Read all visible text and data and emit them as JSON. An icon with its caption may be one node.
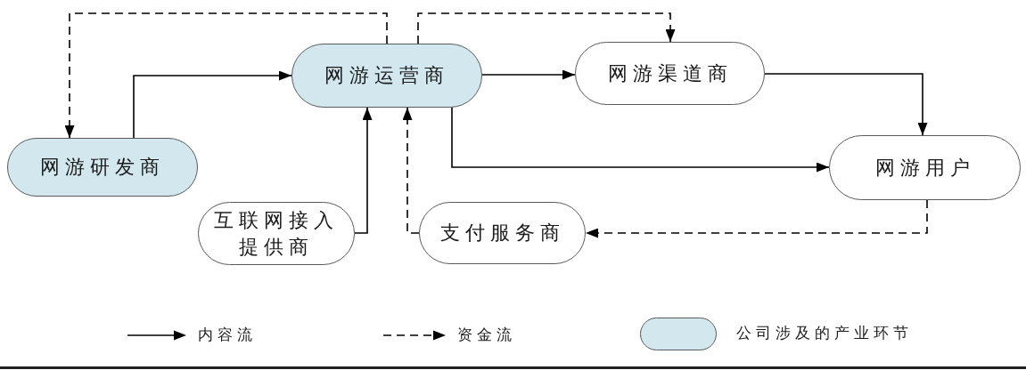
{
  "diagram": {
    "nodes": [
      {
        "text": [
          "网游研发商"
        ]
      },
      {
        "text": [
          "网游运营商"
        ]
      },
      {
        "text": [
          "网游渠道商"
        ]
      },
      {
        "text": [
          "网游用户"
        ]
      },
      {
        "text": [
          "互联网接入提供商"
        ]
      },
      {
        "text": [
          "支付服务商"
        ]
      }
    ],
    "edges": [
      {
        "from": 0,
        "to": 1,
        "arrow": "to"
      },
      {
        "from": 1,
        "to": 2,
        "arrow": "to"
      },
      {
        "from": 2,
        "to": 3,
        "arrow": "to"
      },
      {
        "from": 1,
        "to": 3,
        "arrow": "to"
      },
      {
        "from": 4,
        "to": 1,
        "arrow": "to"
      },
      {
        "from": 1,
        "to": 0,
        "arrow": "to",
        "style": "dashed"
      },
      {
        "from": 1,
        "to": 2,
        "arrow": "to",
        "style": "dashed"
      },
      {
        "from": 3,
        "to": 5,
        "arrow": "to",
        "style": "dashed"
      },
      {
        "from": 5,
        "to": 1,
        "arrow": "to",
        "style": "dashed"
      }
    ],
    "legend": [
      {
        "text": "内容流"
      },
      {
        "text": "资金流"
      },
      {
        "text": "公司涉及的产业环节",
        "color": "#d2e7ee"
      }
    ]
  }
}
